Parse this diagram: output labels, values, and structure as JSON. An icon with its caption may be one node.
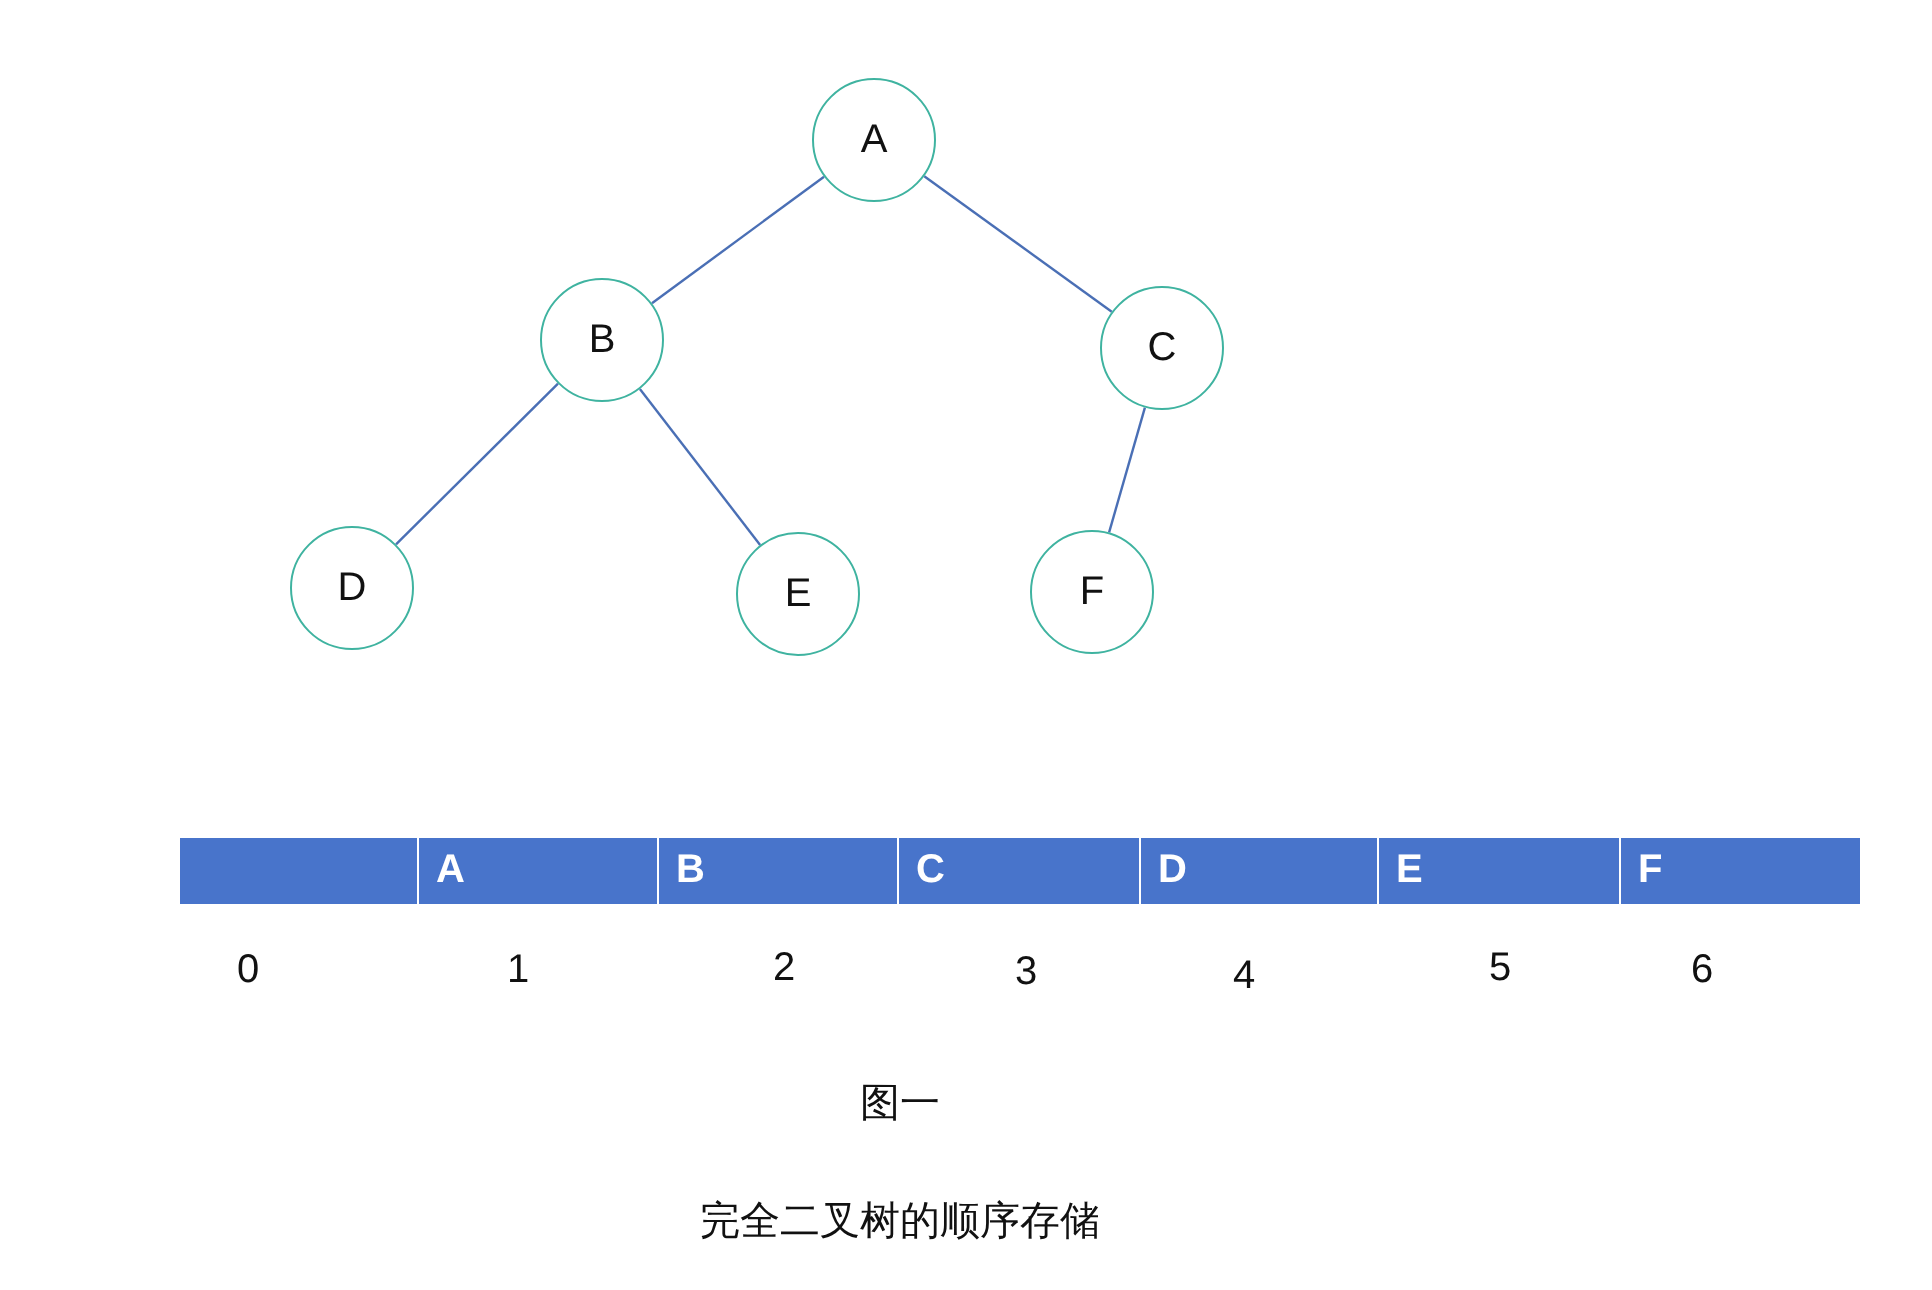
{
  "diagram": {
    "nodes": [
      {
        "text": [
          "A"
        ]
      },
      {
        "text": [
          "B"
        ]
      },
      {
        "text": [
          "C"
        ]
      },
      {
        "text": [
          "D"
        ]
      },
      {
        "text": [
          "E"
        ]
      },
      {
        "text": [
          "F"
        ]
      }
    ],
    "edges": [
      {
        "from": 0,
        "to": 1,
        "arrow": "none"
      },
      {
        "from": 0,
        "to": 2,
        "arrow": "none"
      },
      {
        "from": 1,
        "to": 3,
        "arrow": "none"
      },
      {
        "from": 1,
        "to": 4,
        "arrow": "none"
      },
      {
        "from": 2,
        "to": 5,
        "arrow": "none"
      }
    ],
    "labels": [
      "A",
      "B",
      "C",
      "D",
      "E",
      "F",
      "0",
      "1",
      "2",
      "3",
      "4",
      "5",
      "6",
      "图一",
      "完全二叉树的顺序存储"
    ]
  }
}
